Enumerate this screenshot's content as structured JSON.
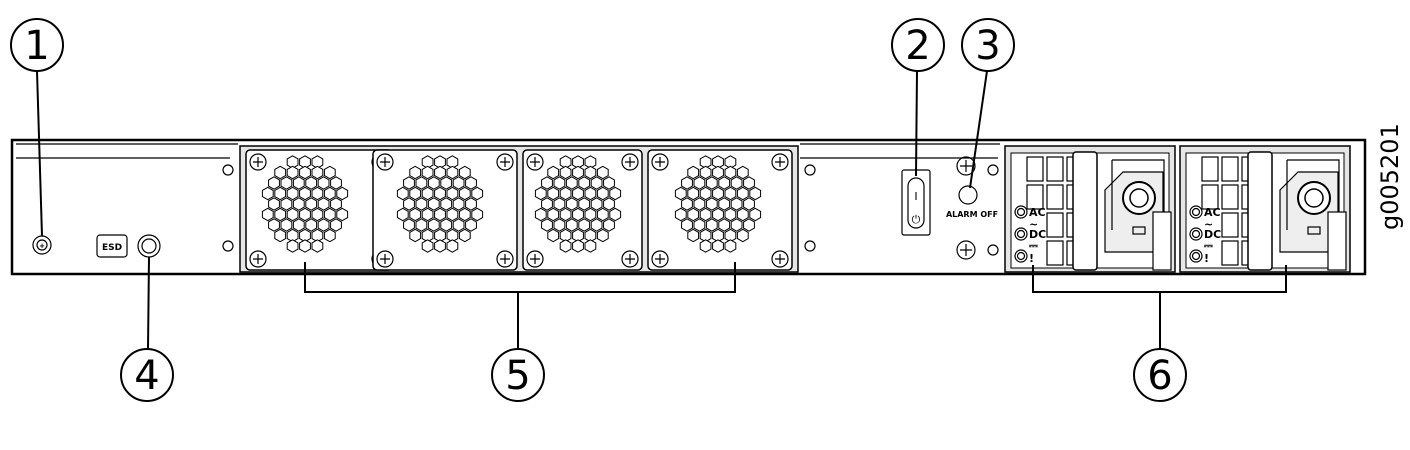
{
  "callouts": [
    "1",
    "2",
    "3",
    "4",
    "5",
    "6"
  ],
  "labels": {
    "esd": "ESD",
    "alarm_off": "ALARM OFF",
    "psu_ac": "AC",
    "psu_ac_symbol": "~",
    "psu_dc": "DC",
    "psu_dc_symbol": "⎓",
    "psu_fault": "!",
    "power_on_symbol": "I",
    "power_symbol": "⏻",
    "figure_id": "g005201"
  }
}
